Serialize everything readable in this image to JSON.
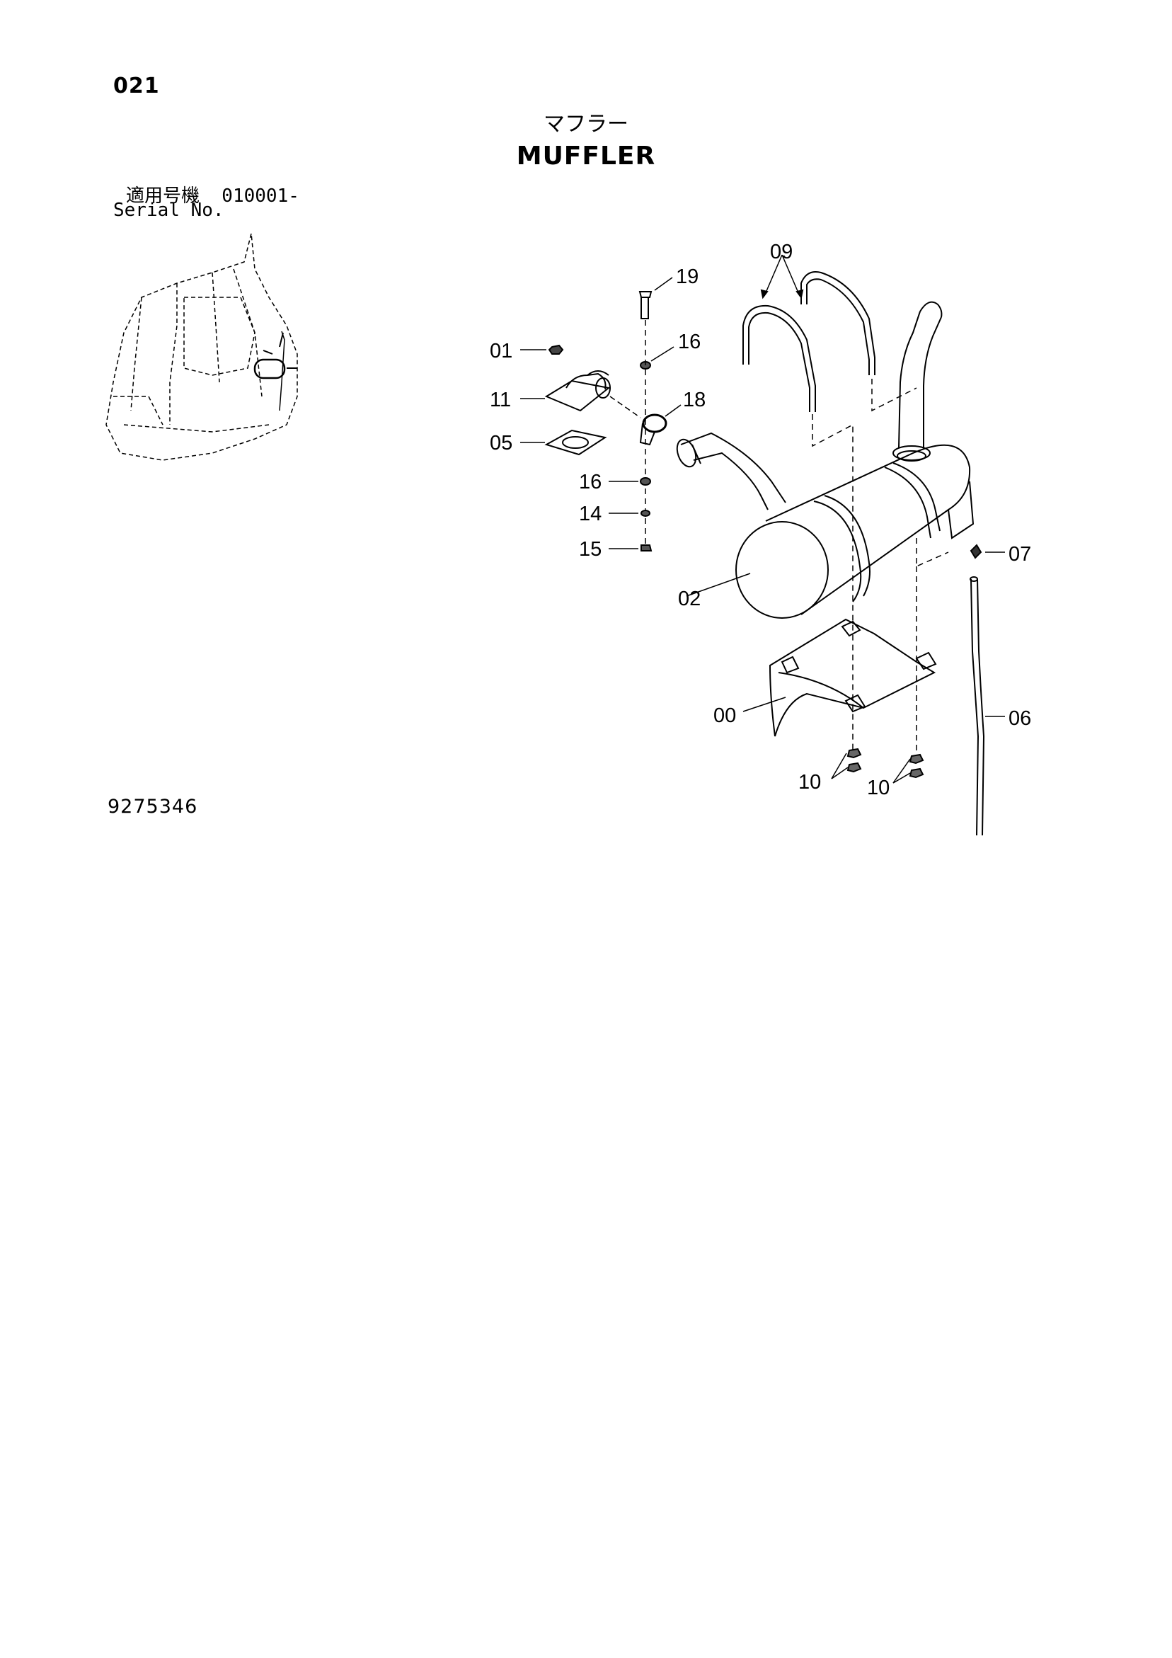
{
  "header": {
    "page_number": "021",
    "title_ja": "マフラー",
    "title_en": "MUFFLER",
    "serial_ja": "適用号機  010001-",
    "serial_en": "Serial No."
  },
  "footer": {
    "drawing_number": "9275346"
  },
  "callouts": {
    "c00": "00",
    "c01": "01",
    "c02": "02",
    "c05": "05",
    "c06": "06",
    "c07": "07",
    "c09": "09",
    "c10a": "10",
    "c10b": "10",
    "c11": "11",
    "c14": "14",
    "c15": "15",
    "c16a": "16",
    "c16b": "16",
    "c18": "18",
    "c19": "19"
  }
}
